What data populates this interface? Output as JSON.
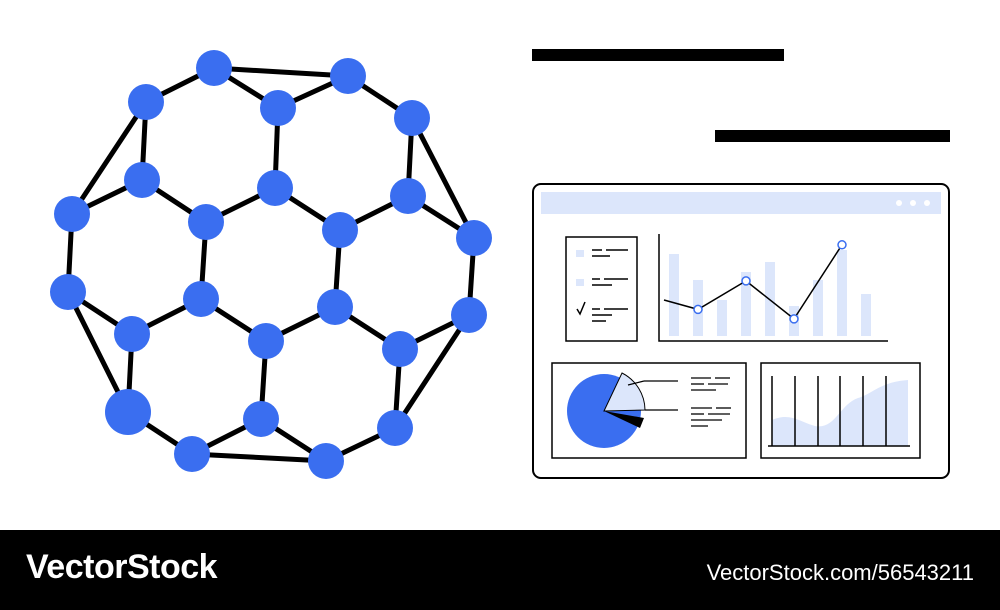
{
  "colors": {
    "accent": "#3a6ef0",
    "accent_light": "#dce6fb",
    "stroke": "#000000",
    "footer_bg": "#000000",
    "footer_text": "#ffffff"
  },
  "footer": {
    "brand": "VectorStock",
    "image_id": "VectorStock.com/56543211"
  },
  "icons": {
    "molecule": "fullerene-molecule-icon",
    "dashboard": "dashboard-window-icon",
    "checkmark": "checkmark-icon"
  },
  "dashboard": {
    "bar_chart_levels": [
      0.82,
      0.56,
      0.36,
      0.64,
      0.74,
      0.3,
      0.56,
      0.86,
      0.42
    ],
    "line_chart_levels": [
      0.28,
      0.58,
      0.18,
      0.96
    ],
    "pie_share": 0.8,
    "window_dots": 3
  }
}
